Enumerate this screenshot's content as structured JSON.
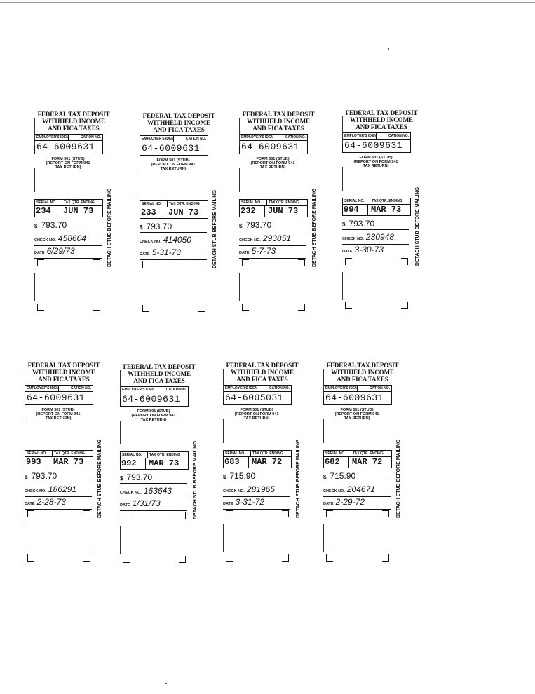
{
  "labels": {
    "header_1": "FEDERAL TAX DEPOSIT",
    "header_2": "WITHHELD INCOME",
    "header_3": "AND FICA TAXES",
    "employer_label": "EMPLOYER'S IDENTI-",
    "ident_label": "CATION NO.",
    "stub_1": "FORM 501 (STUB)",
    "stub_2": "(REPORT ON FORM 941",
    "stub_3": "TAX RETURN)",
    "serial_label": "SERIAL NO.",
    "quarter_label": "TAX QTR. ENDING",
    "dollar_sign": "$",
    "check_label": "CHECK NO.",
    "date_label": "DATE",
    "detach": "DETACH STUB BEFORE MAILING"
  },
  "stubs": [
    {
      "ein": "64-6009631",
      "serial": "234",
      "quarter": "JUN 73",
      "amount": "793.70",
      "check_no": "458604",
      "date": "6/29/73"
    },
    {
      "ein": "64-6009631",
      "serial": "233",
      "quarter": "JUN 73",
      "amount": "793.70",
      "check_no": "414050",
      "date": "5-31-73"
    },
    {
      "ein": "64-6009631",
      "serial": "232",
      "quarter": "JUN 73",
      "amount": "793.70",
      "check_no": "293851",
      "date": "5-7-73"
    },
    {
      "ein": "64-6009631",
      "serial": "994",
      "quarter": "MAR 73",
      "amount": "793.70",
      "check_no": "230948",
      "date": "3-30-73"
    },
    {
      "ein": "64-6009631",
      "serial": "993",
      "quarter": "MAR 73",
      "amount": "793.70",
      "check_no": "186291",
      "date": "2-28-73"
    },
    {
      "ein": "64-6009631",
      "serial": "992",
      "quarter": "MAR 73",
      "amount": "793.70",
      "check_no": "163643",
      "date": "1/31/73"
    },
    {
      "ein": "64-6005031",
      "serial": "683",
      "quarter": "MAR 72",
      "amount": "715.90",
      "check_no": "281965",
      "date": "3-31-72"
    },
    {
      "ein": "64-6009631",
      "serial": "682",
      "quarter": "MAR 72",
      "amount": "715.90",
      "check_no": "204671",
      "date": "2-29-72"
    }
  ]
}
